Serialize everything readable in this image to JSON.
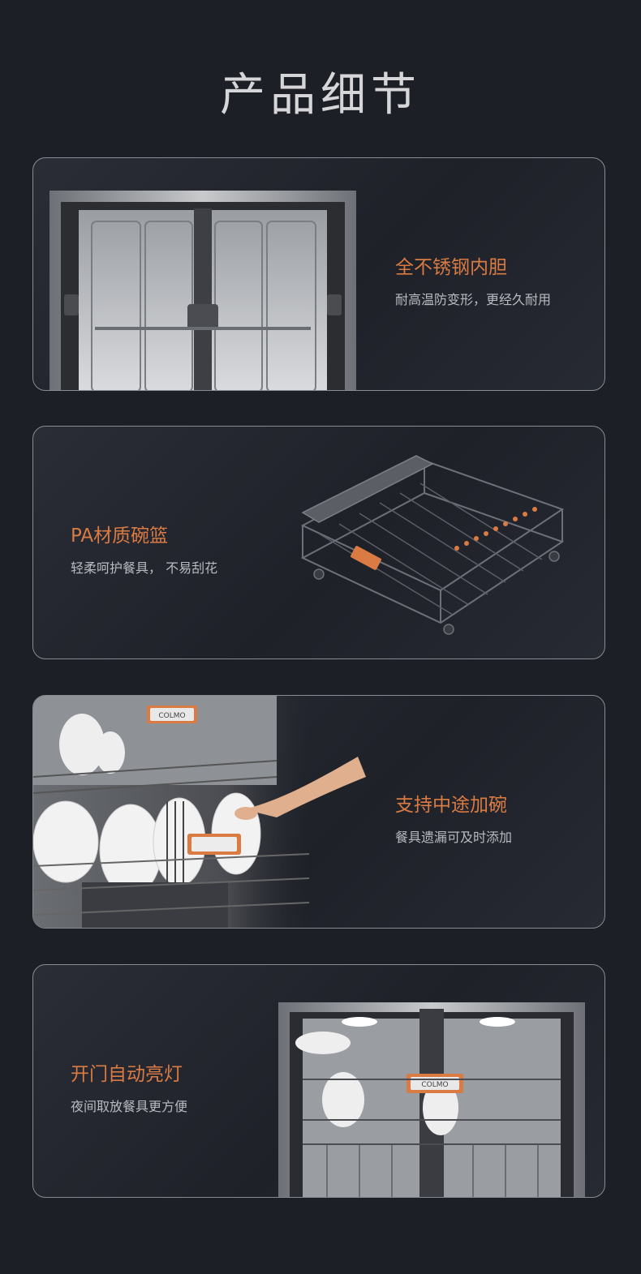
{
  "page": {
    "title": "产品细节"
  },
  "features": [
    {
      "title": "全不锈钢内胆",
      "desc": "耐高温防变形，更经久耐用"
    },
    {
      "title": "PA材质碗篮",
      "desc": "轻柔呵护餐具， 不易刮花"
    },
    {
      "title": "支持中途加碗",
      "desc": "餐具遗漏可及时添加"
    },
    {
      "title": "开门自动亮灯",
      "desc": "夜间取放餐具更方便"
    }
  ],
  "branding": {
    "logo_text": "COLMO"
  },
  "colors": {
    "background": "#1d1f26",
    "accent_orange": "#d97b43",
    "title_text": "#d6d6d8",
    "desc_text": "#b9bbc1"
  },
  "icons": [
    "dishwasher-tub-image",
    "dish-rack-image",
    "add-dish-image",
    "auto-light-image"
  ]
}
